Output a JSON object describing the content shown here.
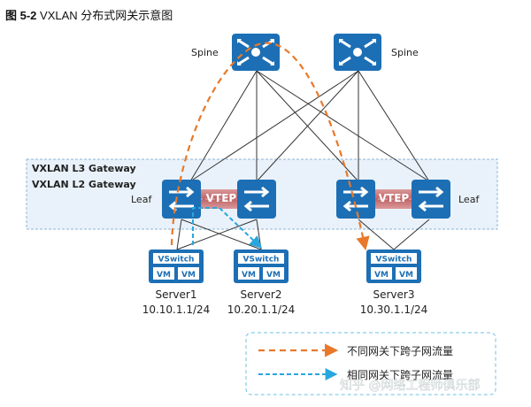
{
  "figure": {
    "number": "图 5-2",
    "title": "VXLAN 分布式网关示意图"
  },
  "labels": {
    "spine_left": "Spine",
    "spine_right": "Spine",
    "leaf_left": "Leaf",
    "leaf_right": "Leaf",
    "l3_gateway": "VXLAN L3 Gateway",
    "l2_gateway": "VXLAN L2 Gateway",
    "vtep_left": "VTEP",
    "vtep_right": "VTEP"
  },
  "servers": [
    {
      "name": "Server1",
      "ip": "10.10.1.1/24",
      "vswitch": "VSwitch",
      "vm": [
        "VM",
        "VM"
      ]
    },
    {
      "name": "Server2",
      "ip": "10.20.1.1/24",
      "vswitch": "VSwitch",
      "vm": [
        "VM",
        "VM"
      ]
    },
    {
      "name": "Server3",
      "ip": "10.30.1.1/24",
      "vswitch": "VSwitch",
      "vm": [
        "VM",
        "VM"
      ]
    }
  ],
  "legend": [
    {
      "text": "不同网关下跨子网流量",
      "color": "#e8792a"
    },
    {
      "text": "相同网关下跨子网流量",
      "color": "#29a6dd"
    }
  ],
  "watermark": "知乎 @网络工程师俱乐部",
  "colors": {
    "device_blue": "#1c6fb5",
    "zone_fill": "#e9f2fa",
    "zone_border": "#8fb4d6",
    "orange": "#e8792a",
    "cyan": "#29a6dd"
  }
}
